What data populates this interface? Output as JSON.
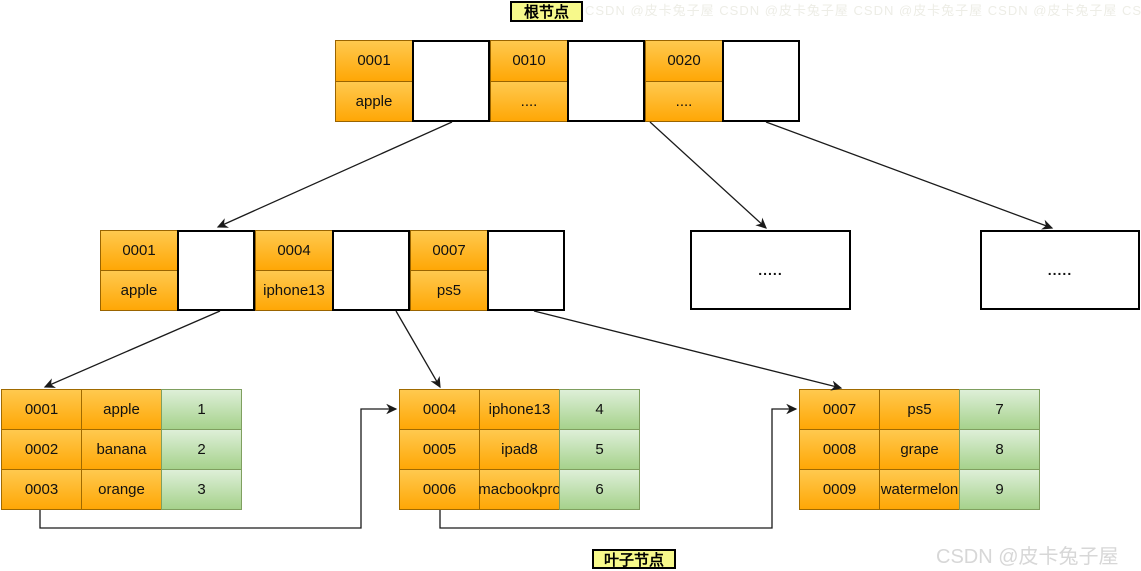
{
  "labels": {
    "root": "根节点",
    "leaf": "叶子节点"
  },
  "root_node": {
    "entries": [
      {
        "key": "0001",
        "value": "apple"
      },
      {
        "key": "0010",
        "value": "...."
      },
      {
        "key": "0020",
        "value": "...."
      }
    ]
  },
  "internal_node": {
    "entries": [
      {
        "key": "0001",
        "value": "apple"
      },
      {
        "key": "0004",
        "value": "iphone13"
      },
      {
        "key": "0007",
        "value": "ps5"
      }
    ]
  },
  "ellipsis_boxes": [
    ".....",
    "....."
  ],
  "leaf_tables": [
    {
      "rows": [
        [
          "0001",
          "apple",
          "1"
        ],
        [
          "0002",
          "banana",
          "2"
        ],
        [
          "0003",
          "orange",
          "3"
        ]
      ]
    },
    {
      "rows": [
        [
          "0004",
          "iphone13",
          "4"
        ],
        [
          "0005",
          "ipad8",
          "5"
        ],
        [
          "0006",
          "macbookpro",
          "6"
        ]
      ]
    },
    {
      "rows": [
        [
          "0007",
          "ps5",
          "7"
        ],
        [
          "0008",
          "grape",
          "8"
        ],
        [
          "0009",
          "watermelon",
          "9"
        ]
      ]
    }
  ],
  "watermark": {
    "text": "CSDN @皮卡兔子屋"
  },
  "colors": {
    "cell_orange_top": "#FFC94F",
    "cell_orange_bottom": "#FFA705",
    "cell_green_top": "#DEEFD8",
    "cell_green_bottom": "#A6D28C",
    "label_yellow": "#F7F98B",
    "arrow_black": "#1A1A1A",
    "watermark_gray": "#D7D7D7"
  }
}
